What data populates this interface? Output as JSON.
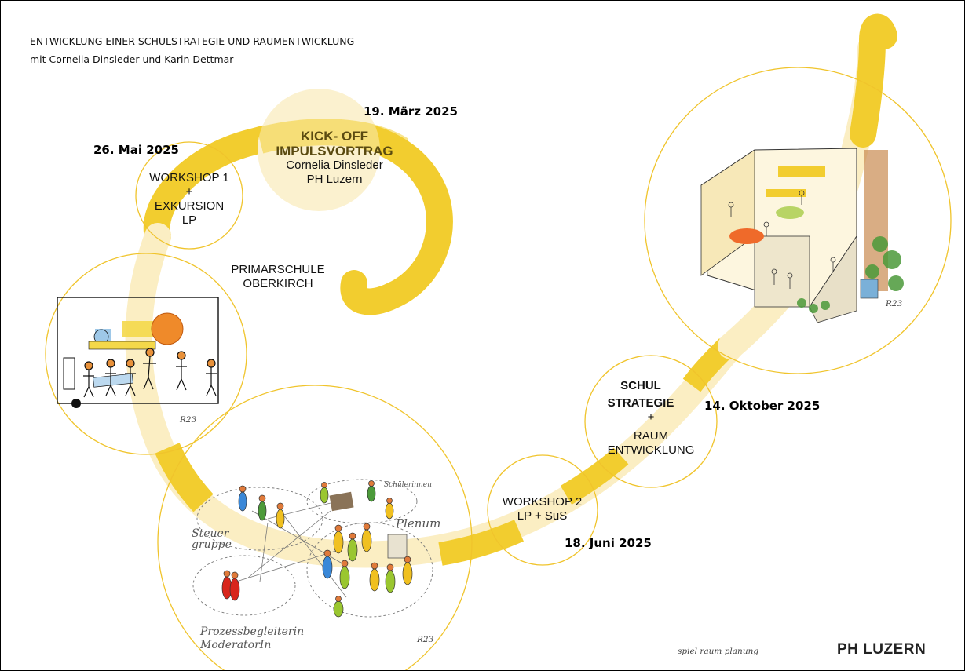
{
  "header": {
    "title": "ENTWICKLUNG EINER SCHULSTRATEGIE UND RAUMENTWICKLUNG",
    "subtitle": "mit Cornelia Dinsleder und Karin Dettmar"
  },
  "milestones": {
    "kickoff": {
      "date": "19. März 2025",
      "line1": "KICK- OFF",
      "line2": "IMPULSVORTRAG",
      "line3": "Cornelia Dinsleder",
      "line4": "PH Luzern"
    },
    "workshop1": {
      "date": "26. Mai 2025",
      "line1": "WORKSHOP 1",
      "line2": "+",
      "line3": "EXKURSION",
      "line4": "LP"
    },
    "workshop2": {
      "date": "18. Juni 2025",
      "line1": "WORKSHOP  2",
      "line2": "LP + SuS"
    },
    "strategy": {
      "date": "14. Oktober 2025",
      "line1": "SCHUL",
      "line2": "STRATEGIE",
      "line3": "+",
      "line4": "RAUM",
      "line5": "ENTWICKLUNG"
    }
  },
  "school": {
    "line1": "PRIMARSCHULE",
    "line2": "OBERKIRCH"
  },
  "sketch_labels": {
    "steuergruppe_1": "Steuer",
    "steuergruppe_2": "gruppe",
    "schuelerinnen": "Schülerinnen",
    "plenum": "Plenum",
    "prozess_1": "Prozessbegleiterin",
    "prozess_2": "ModeratorIn",
    "signature": "R23"
  },
  "footer": {
    "credit": "spiel raum planung",
    "brand": "PH LUZERN"
  },
  "colors": {
    "ribbon_strong": "#f2cd2f",
    "ribbon_light": "#fbeec3",
    "circle_outline": "#f0c42c",
    "bubble_fill": "#fbf1cf"
  }
}
